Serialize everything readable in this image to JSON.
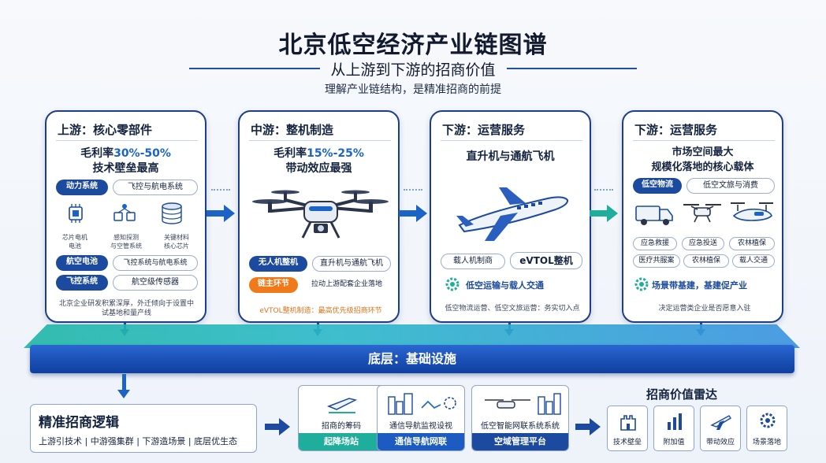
{
  "title": "北京低空经济产业链图谱",
  "subtitle": "从上游到下游的招商价值",
  "tagline": "理解产业链结构，是精准招商的前提",
  "cards": [
    {
      "title": "上游：核心零部件",
      "headline_prefix": "毛利率",
      "headline_accent": "30%-50%",
      "headline_line2": "技术壁垒最高",
      "pills_row1": [
        "动力系统",
        "飞控与航电系统"
      ],
      "icon_labels": [
        "芯片电机\n电池",
        "感知探测\n与空管系统",
        "关键材料\n核心芯片"
      ],
      "pills_row2": [
        "航空电池",
        "飞控系统与航电系统"
      ],
      "pills_row3": [
        "飞控系统",
        "航空级传感器"
      ],
      "note": "北京企业研发积累深厚，外迁倾向于设置中试基地和量产线"
    },
    {
      "title": "中游：整机制造",
      "headline_prefix": "毛利率",
      "headline_accent": "15%-25%",
      "headline_line2": "带动效应最强",
      "pills_row1": [
        "无人机整机",
        "直升机与通航飞机"
      ],
      "pills_row2": [
        "链主环节",
        "拉动上游配套企业落地"
      ],
      "note": "eVTOL整机制造：最高优先级招商环节"
    },
    {
      "title": "下游：运营服务",
      "headline": "直升机与通航飞机",
      "pills_row1": [
        "载人机制商",
        "eVTOL整机"
      ],
      "green_line": "低空运输与载人交通",
      "note": "低空物流运营、低空文旅运营：务实切入点"
    },
    {
      "title": "下游：运营服务",
      "headline_line1": "市场空间最大",
      "headline_line2": "规模化落地的核心载体",
      "pills_row1": [
        "低空物流",
        "低空文旅与消费"
      ],
      "tags": [
        "应急救援",
        "应急投送",
        "农林植保",
        "医疗共服案",
        "农林植保",
        "载人交通"
      ],
      "green_line": "场景带基建，基建促产业",
      "note": "决定运营类企业是否愿意入驻"
    }
  ],
  "platform_label": "底层：基础设施",
  "logic": {
    "title": "精准招商逻辑",
    "sub": "上游引技术 | 中游强集群 | 下游造场景 | 底层优生态"
  },
  "infra": [
    {
      "label": "招商的筹码",
      "bar": "起降场站",
      "bar_color": "#1fae9c"
    },
    {
      "label": "通信导航监视设视",
      "bar": "通信导航网联",
      "bar_color": "#1b5bc2"
    },
    {
      "label": "低空智能网联系统系统",
      "bar": "空域管理平台",
      "bar_color": "#1b4a9e"
    }
  ],
  "radar": {
    "title": "招商价值雷达",
    "items": [
      "技术壁垒",
      "附加值",
      "带动效应",
      "场景落地"
    ]
  },
  "colors": {
    "navy": "#1b4a9e",
    "accent_blue": "#1b63c6",
    "teal": "#1fae9c",
    "orange": "#f07a1a"
  }
}
